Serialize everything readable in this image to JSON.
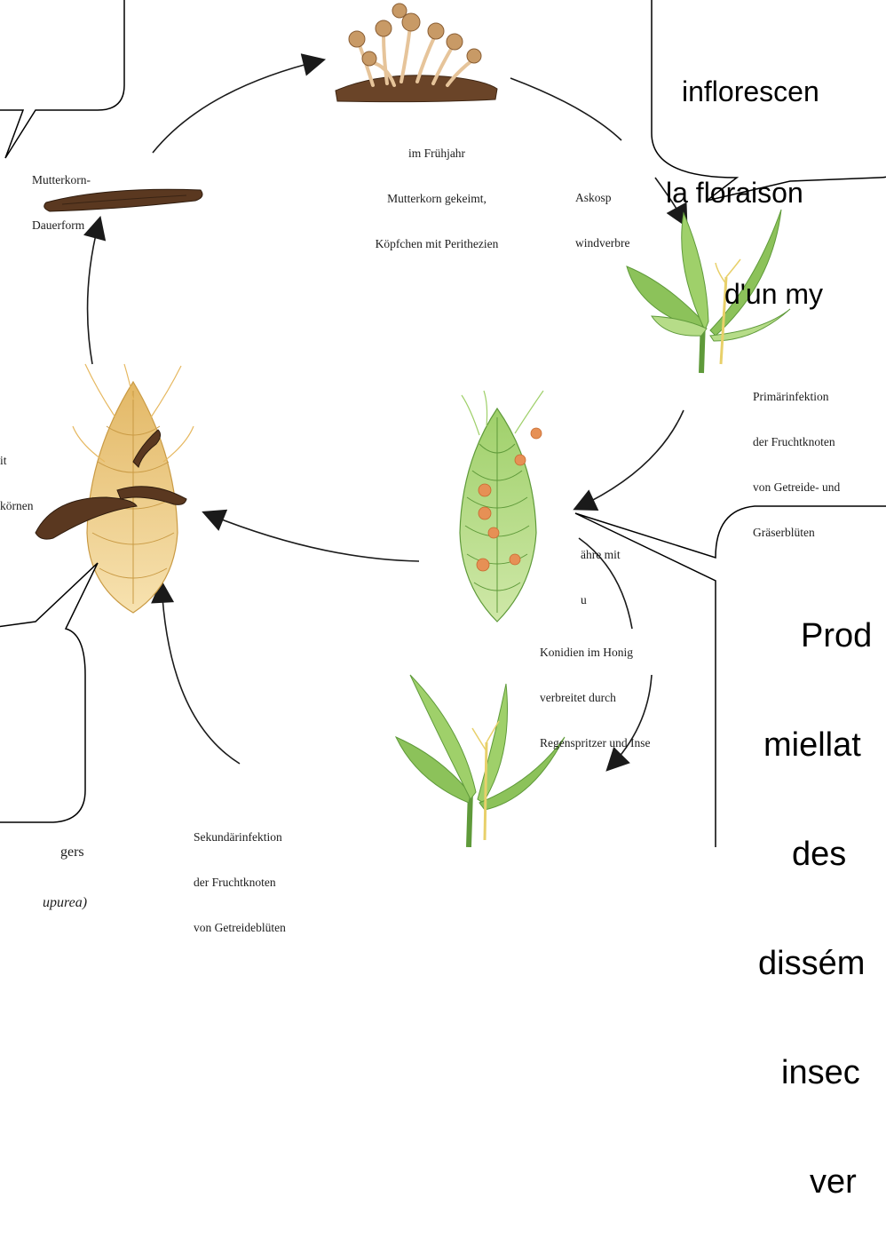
{
  "labels": {
    "spring": [
      "im Frühjahr",
      "Mutterkorn gekeimt,",
      "Köpfchen mit Perithezien"
    ],
    "ascospores": [
      "Askosp",
      "windverbre"
    ],
    "sclerotium": [
      "Mutterkorn-",
      "Dauerform"
    ],
    "primary": [
      "Primärinfektion",
      "der Fruchtknoten",
      "von Getreide- und",
      "Gräserblüten"
    ],
    "spike_left": [
      "it",
      "körnen"
    ],
    "spike_mid": [
      "ähre mit",
      "u"
    ],
    "conidia": [
      "Konidien im Honig",
      "verbreitet durch",
      "Regenspritzer und Inse"
    ],
    "secondary": [
      "Sekundärinfektion",
      "der Fruchtknoten",
      "von Getreideblüten"
    ],
    "bottom_left": [
      "gers",
      "upurea)"
    ]
  },
  "bubbles": {
    "top_right": [
      "inflorescen",
      "la floraison",
      "d'un my"
    ],
    "bottom_right": [
      "Prod",
      "miellat",
      "des",
      "dissém",
      "insec",
      "ver"
    ]
  },
  "colors": {
    "arrow": "#1a1a1a",
    "ergot": "#5a3820",
    "green_leaf": "#8cc25a",
    "green_dark": "#5f9a3a",
    "golden": "#e8c070",
    "conidia_drop": "#e69055"
  }
}
